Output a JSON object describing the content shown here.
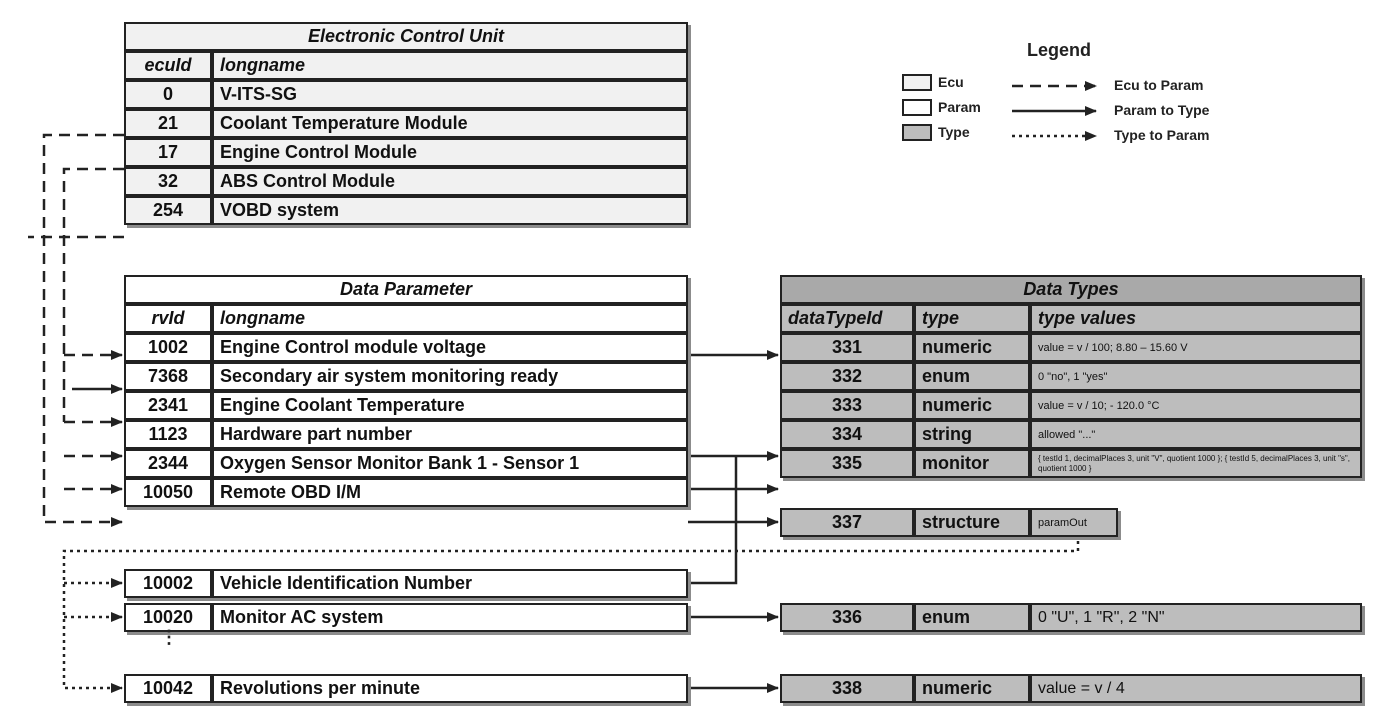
{
  "ecu_table": {
    "title": "Electronic Control Unit",
    "headers": [
      "ecuId",
      "longname"
    ],
    "rows": [
      {
        "id": "0",
        "name": "V-ITS-SG"
      },
      {
        "id": "21",
        "name": "Coolant Temperature Module"
      },
      {
        "id": "17",
        "name": "Engine Control Module"
      },
      {
        "id": "32",
        "name": "ABS Control Module"
      },
      {
        "id": "254",
        "name": "VOBD system"
      }
    ]
  },
  "param_table": {
    "title": "Data Parameter",
    "headers": [
      "rvId",
      "longname"
    ],
    "rows": [
      {
        "id": "1002",
        "name": "Engine Control module voltage"
      },
      {
        "id": "7368",
        "name": "Secondary air system monitoring ready"
      },
      {
        "id": "2341",
        "name": "Engine Coolant Temperature"
      },
      {
        "id": "1123",
        "name": "Hardware part number"
      },
      {
        "id": "2344",
        "name": "Oxygen Sensor Monitor Bank 1 - Sensor 1"
      },
      {
        "id": "10050",
        "name": "Remote OBD I/M"
      }
    ],
    "extra_rows": [
      {
        "id": "10002",
        "name": "Vehicle Identification Number"
      },
      {
        "id": "10020",
        "name": "Monitor AC system"
      },
      {
        "id": "10042",
        "name": "Revolutions per minute"
      }
    ],
    "ellipsis": "⋮"
  },
  "types_table": {
    "title": "Data Types",
    "headers": [
      "dataTypeId",
      "type",
      "type values"
    ],
    "rows": [
      {
        "id": "331",
        "type": "numeric",
        "values": "value = v / 100; 8.80 – 15.60 V"
      },
      {
        "id": "332",
        "type": "enum",
        "values": "0 \"no\", 1 \"yes\""
      },
      {
        "id": "333",
        "type": "numeric",
        "values": "value = v / 10; - 120.0 °C"
      },
      {
        "id": "334",
        "type": "string",
        "values": "allowed \"...\""
      },
      {
        "id": "335",
        "type": "monitor",
        "values": "{ testId 1, decimalPlaces 3, unit \"V\", quotient 1000 }; { testId 5, decimalPlaces 3, unit \"s\", quotient 1000 }"
      },
      {
        "id": "337",
        "type": "structure",
        "values": "paramOut"
      }
    ],
    "extra_rows": [
      {
        "id": "336",
        "type": "enum",
        "values": "0 \"U\", 1 \"R\", 2 \"N\""
      },
      {
        "id": "338",
        "type": "numeric",
        "values": "value = v / 4"
      }
    ]
  },
  "legend": {
    "title": "Legend",
    "boxes": [
      {
        "label": "Ecu",
        "color": "#f1f1f1"
      },
      {
        "label": "Param",
        "color": "#ffffff"
      },
      {
        "label": "Type",
        "color": "#bdbdbd"
      }
    ],
    "lines": [
      {
        "label": "Ecu to Param",
        "style": "dashed"
      },
      {
        "label": "Param to Type",
        "style": "solid"
      },
      {
        "label": "Type to Param",
        "style": "dotted"
      }
    ]
  },
  "colors": {
    "ecu_fill": "#f1f1f1",
    "param_fill": "#ffffff",
    "type_fill": "#bdbdbd",
    "type_title_fill": "#a9a9a9",
    "line": "#222222"
  }
}
